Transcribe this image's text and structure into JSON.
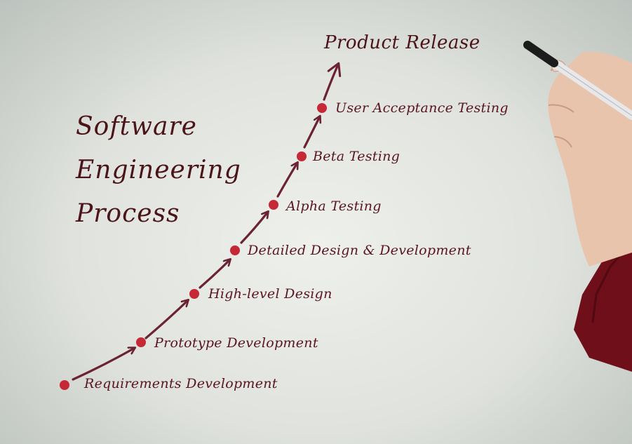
{
  "diagram": {
    "title_lines": [
      "Software",
      "Engineering",
      "Process"
    ],
    "steps": [
      "Requirements Development",
      "Prototype Development",
      "High-level Design",
      "Detailed Design & Development",
      "Alpha Testing",
      "Beta Testing",
      "User Acceptance Testing"
    ],
    "final_label": "Product Release",
    "colors": {
      "dot": "#c62836",
      "arrow": "#6b2333",
      "text": "#5a1520"
    }
  }
}
